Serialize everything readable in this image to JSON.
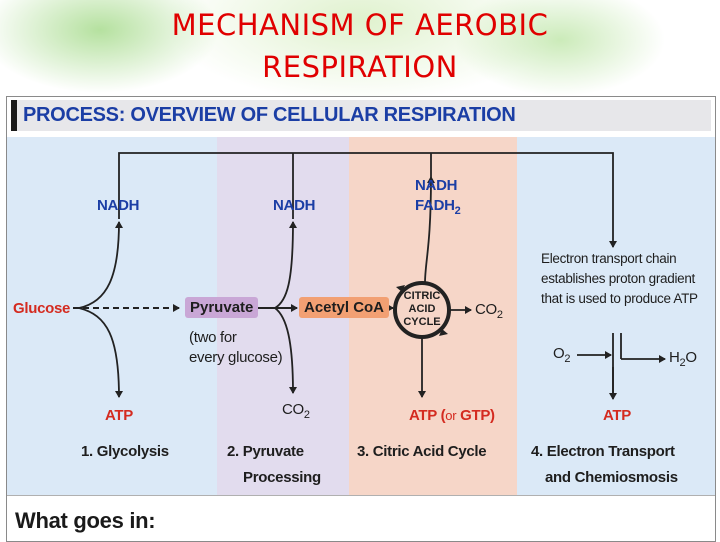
{
  "slide": {
    "title_line1": "MECHANISM OF AEROBIC",
    "title_line2": "RESPIRATION"
  },
  "figure": {
    "header": "PROCESS: OVERVIEW OF CELLULAR RESPIRATION",
    "footer": "What goes in:",
    "colors": {
      "glycolysis_panel": "#dbe9f7",
      "pyruvate_panel": "#e2dcee",
      "citric_panel": "#f6d6c8",
      "etc_panel": "#dbe9f7",
      "red_text": "#d42b20",
      "blue_text": "#1b3ea5"
    },
    "labels": {
      "glucose": "Glucose",
      "nadh_1": "NADH",
      "atp_1": "ATP",
      "pyruvate": "Pyruvate",
      "pyruvate_note_1": "(two for",
      "pyruvate_note_2": "every glucose)",
      "nadh_2": "NADH",
      "co2_1": "CO",
      "co2_1_sub": "2",
      "acetyl_coa": "Acetyl CoA",
      "nadh_3": "NADH",
      "fadh2": "FADH",
      "fadh2_sub": "2",
      "cycle_line1": "CITRIC",
      "cycle_line2": "ACID",
      "cycle_line3": "CYCLE",
      "co2_2": "CO",
      "co2_2_sub": "2",
      "atp_3_a": "ATP (",
      "atp_3_or": "or",
      "atp_3_b": " GTP)",
      "etc_desc_1": "Electron transport chain",
      "etc_desc_2": "establishes proton gradient",
      "etc_desc_3": "that is used to produce ATP",
      "o2": "O",
      "o2_sub": "2",
      "h2o_a": "H",
      "h2o_sub": "2",
      "h2o_b": "O",
      "atp_4": "ATP"
    },
    "stages": [
      {
        "line1": "1. Glycolysis",
        "line2": ""
      },
      {
        "line1": "2. Pyruvate",
        "line2": "Processing"
      },
      {
        "line1": "3. Citric Acid Cycle",
        "line2": ""
      },
      {
        "line1": "4. Electron Transport",
        "line2": "and Chemiosmosis"
      }
    ]
  }
}
